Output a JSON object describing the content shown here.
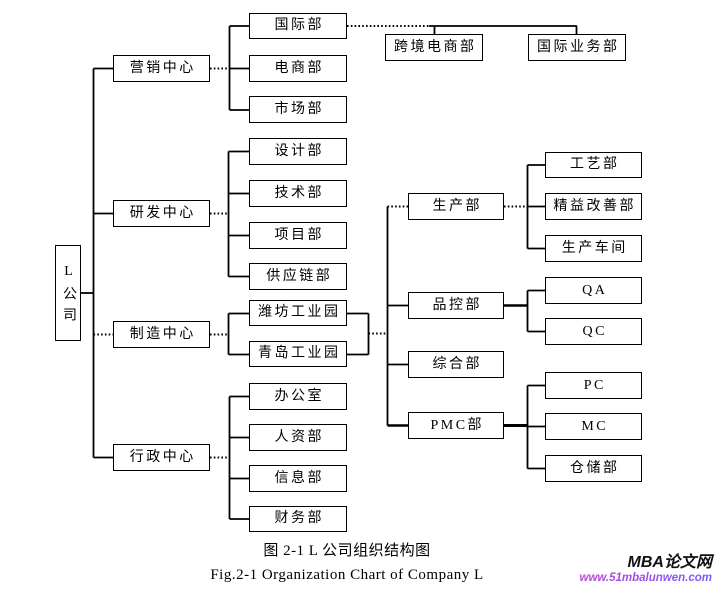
{
  "org": {
    "company": "L公司",
    "marketing": {
      "label": "营销中心",
      "intl_dept": "国际部",
      "ecom_dept": "电商部",
      "market_dept": "市场部",
      "intl_children": {
        "cross_border_ecom_dept": "跨境电商部",
        "intl_business_dept": "国际业务部"
      }
    },
    "rnd": {
      "label": "研发中心",
      "design_dept": "设计部",
      "tech_dept": "技术部",
      "project_dept": "项目部",
      "supply_chain_dept": "供应链部"
    },
    "manufacturing": {
      "label": "制造中心",
      "weifang_park": "潍坊工业园",
      "qingdao_park": "青岛工业园",
      "park_children": {
        "production": {
          "label": "生产部",
          "process_dept": "工艺部",
          "lean_improvement_dept": "精益改善部",
          "workshop": "生产车间"
        },
        "quality": {
          "label": "品控部",
          "qa": "QA",
          "qc": "QC"
        },
        "general_dept": "综合部",
        "pmc": {
          "label": "PMC部",
          "pc": "PC",
          "mc": "MC",
          "warehouse_dept": "仓储部"
        }
      }
    },
    "admin": {
      "label": "行政中心",
      "office": "办公室",
      "hr_dept": "人资部",
      "info_dept": "信息部",
      "finance_dept": "财务部"
    }
  },
  "caption": {
    "zh": "图 2-1 L 公司组织结构图",
    "en": "Fig.2-1 Organization Chart of Company L"
  },
  "watermark": {
    "site": "MBA论文网",
    "url": "www.51mbalunwen.com",
    "url_gradient_start": "#ee3cb8",
    "url_gradient_end": "#7a5cf2"
  },
  "colors": {
    "line": "#000000",
    "background": "#ffffff",
    "text": "#000000"
  }
}
